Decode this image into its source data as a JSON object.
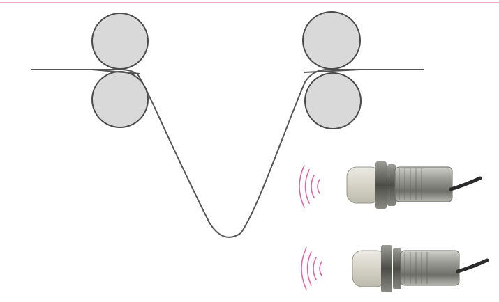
{
  "diagram": {
    "colors": {
      "background": "#ffffff",
      "top_rule": "#f2a6bd",
      "roller_fill": "#d9d9d9",
      "roller_stroke": "#4a4a4a",
      "web_line": "#555555",
      "sensor_waves": "#e06aa8",
      "sensor_face": "#d8d4c8",
      "sensor_body": "#8c8c88",
      "sensor_thread": "#5e5e5a"
    },
    "elements": {
      "rollers": [
        "roller-left-top",
        "roller-left-bottom",
        "roller-right-top",
        "roller-right-bottom"
      ],
      "sensors": [
        "proximity-sensor-upper",
        "proximity-sensor-lower"
      ],
      "icons": [
        "signal-waves-icon",
        "signal-waves-icon"
      ]
    }
  }
}
